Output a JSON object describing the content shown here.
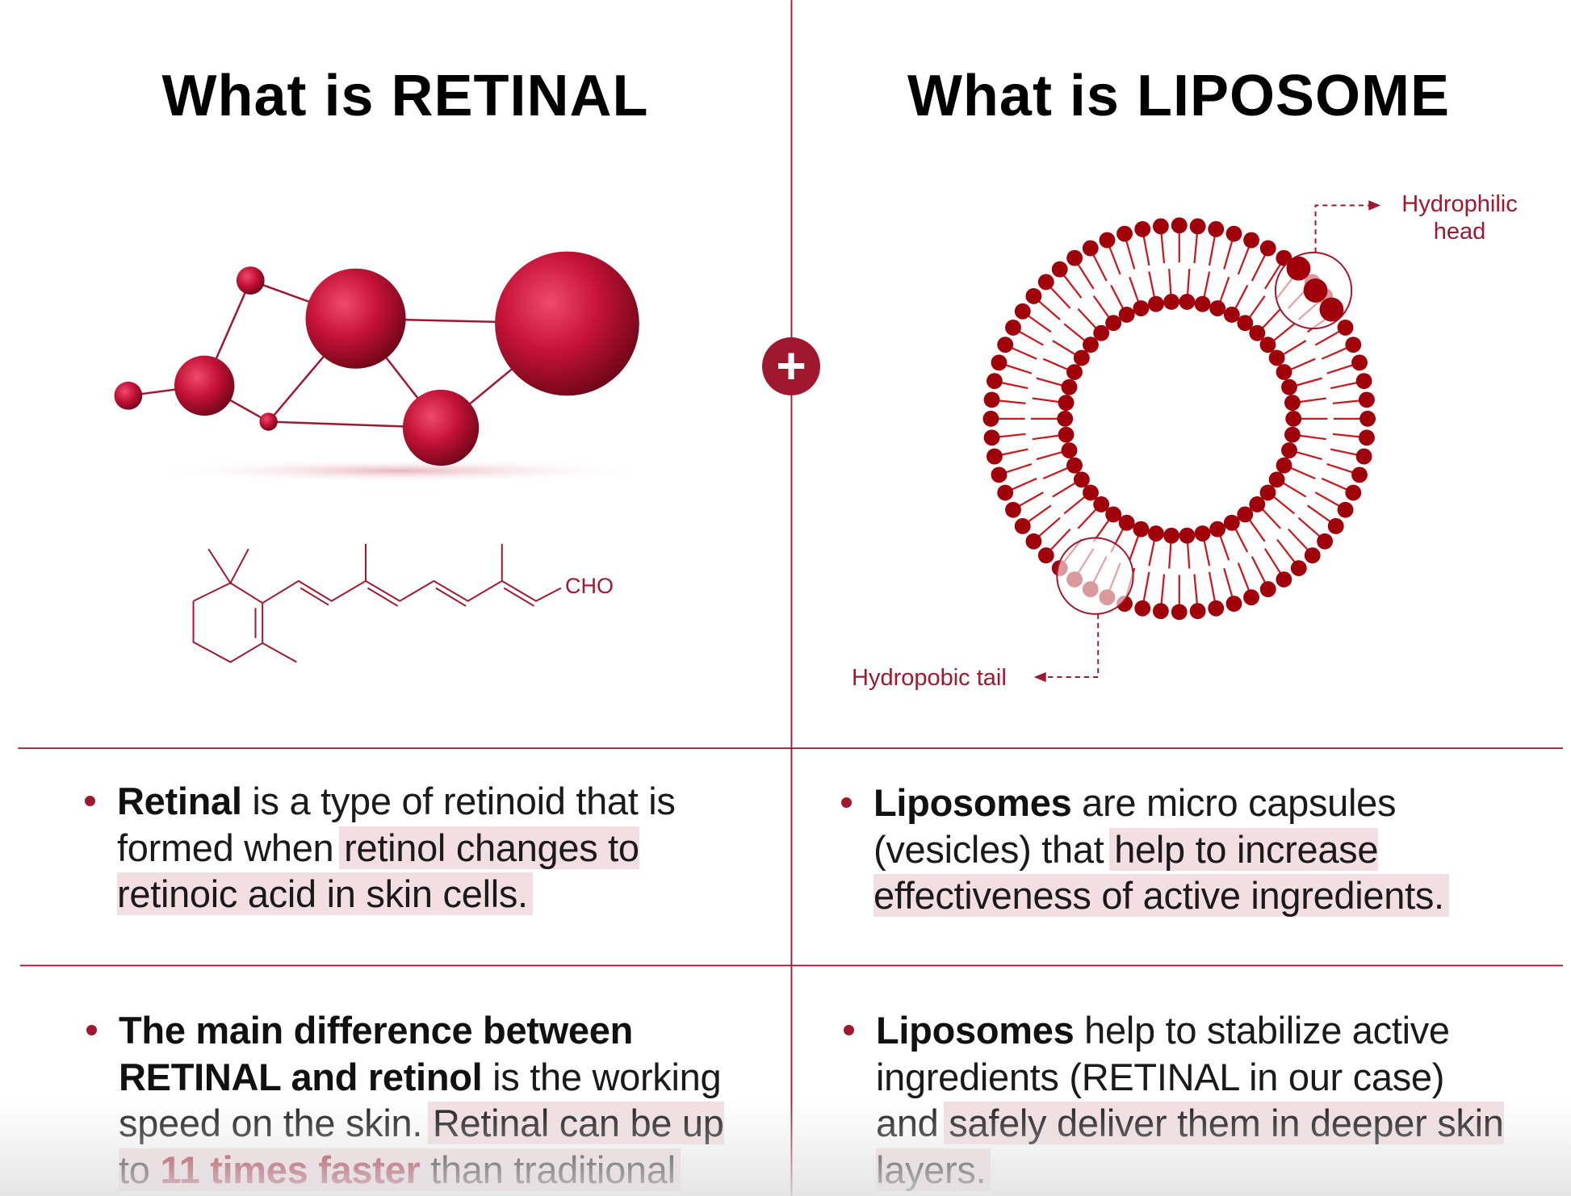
{
  "colors": {
    "accent": "#a0182e",
    "highlight": "#f3dfe3"
  },
  "left": {
    "title": "What is RETINAL",
    "formula_label": "CHO",
    "bullets": [
      {
        "bold": "Retinal",
        "text": " is a type of retinoid that is formed when ",
        "highlight": "retinol changes to retinoic acid in skin cells."
      },
      {
        "bold": "The main difference between RETINAL and retinol",
        "text": " is the working speed  on the skin. ",
        "highlight": "Retinal can be up to ",
        "emphasis": "11 times faster",
        "tail": " than traditional"
      }
    ]
  },
  "center": {
    "plus_icon": "+"
  },
  "right": {
    "title": "What is LIPOSOME",
    "head_label": "Hydrophilic head",
    "tail_label": "Hydropobic tail",
    "bullets": [
      {
        "bold": "Liposomes",
        "text": " are micro capsules (vesicles) that ",
        "highlight": "help to increase effectiveness of active ingredients."
      },
      {
        "bold": "Liposomes",
        "text": " help to stabilize active ingredients (RETINAL in our case) and ",
        "highlight": "safely deliver them in deeper skin layers."
      }
    ]
  }
}
